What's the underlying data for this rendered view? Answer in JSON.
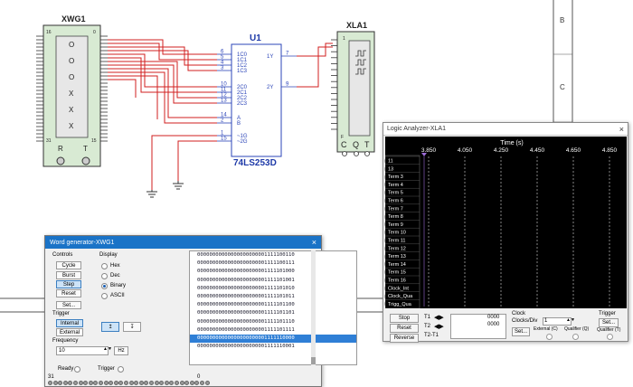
{
  "schematic": {
    "word_gen": {
      "label": "XWG1",
      "pin_left_top": "16",
      "pin_right_top": "0",
      "pin_left_bottom": "31",
      "pin_right_bottom": "15",
      "marks": [
        "O",
        "O",
        "O",
        "X",
        "X",
        "X"
      ],
      "term_r": "R",
      "term_t": "T"
    },
    "mux": {
      "ref": "U1",
      "part": "74LS253D",
      "pins_left": [
        {
          "num": "6",
          "name": "1C0"
        },
        {
          "num": "5",
          "name": "1C1"
        },
        {
          "num": "4",
          "name": "1C2"
        },
        {
          "num": "3",
          "name": "1C3"
        },
        {
          "num": "10",
          "name": "2C0"
        },
        {
          "num": "11",
          "name": "2C1"
        },
        {
          "num": "12",
          "name": "2C2"
        },
        {
          "num": "13",
          "name": "2C3"
        },
        {
          "num": "14",
          "name": "A"
        },
        {
          "num": "2",
          "name": "B"
        },
        {
          "num": "1",
          "name": "~1G"
        },
        {
          "num": "15",
          "name": "~2G"
        }
      ],
      "pins_right": [
        {
          "num": "7",
          "name": "1Y"
        },
        {
          "num": "9",
          "name": "2Y"
        }
      ]
    },
    "analyzer": {
      "label": "XLA1",
      "pin_top": "1",
      "pin_bottom": "F",
      "terms": [
        "C",
        "Q",
        "T"
      ]
    },
    "sheet_border_labels": [
      "B",
      "C"
    ]
  },
  "la_window": {
    "title": "Logic Analyzer-XLA1",
    "close": "×",
    "time_label": "Time (s)",
    "time_ticks": [
      "3.850",
      "4.050",
      "4.250",
      "4.450",
      "4.650",
      "4.850"
    ],
    "channels": [
      "11",
      "13",
      "Term 3",
      "Term 4",
      "Term 5",
      "Term 6",
      "Term 7",
      "Term 8",
      "Term 9",
      "Term 10",
      "Term 11",
      "Term 12",
      "Term 13",
      "Term 14",
      "Term 15",
      "Term 16",
      "Clock_Int",
      "Clock_Qua",
      "Trigg_Qua"
    ],
    "buttons": {
      "stop": "Stop",
      "reset": "Reset",
      "reverse": "Reverse"
    },
    "t1": "T1",
    "t2": "T2",
    "t2t1": "T2-T1",
    "t1_val": "0000",
    "t2_val": "0000",
    "clock_title": "Clock",
    "clocks_div_label": "Clocks/Div",
    "clocks_div_value": "1",
    "clock_set": "Set...",
    "external_c": "External (C)",
    "qualifier_q": "Qualifier (Q)",
    "trigger_title": "Trigger",
    "trigger_set": "Set...",
    "qualifier_t": "Qualifier (T)"
  },
  "wg_window": {
    "title": "Word generator-XWG1",
    "close": "×",
    "controls_title": "Controls",
    "cycle": "Cycle",
    "burst": "Burst",
    "step": "Step",
    "reset": "Reset",
    "set": "Set...",
    "display_title": "Display",
    "hex": "Hex",
    "dec": "Dec",
    "binary": "Binary",
    "ascii": "ASCII",
    "trigger_title": "Trigger",
    "internal": "Internal",
    "external": "External",
    "frequency_title": "Frequency",
    "frequency_value": "10",
    "frequency_unit": "Hz",
    "ready": "Ready",
    "trigger": "Trigger",
    "bits_left": "31",
    "bits_right": "0",
    "words": [
      "00000000000000000000001111100110",
      "00000000000000000000001111100111",
      "00000000000000000000001111101000",
      "00000000000000000000001111101001",
      "00000000000000000000001111101010",
      "00000000000000000000001111101011",
      "00000000000000000000001111101100",
      "00000000000000000000001111101101",
      "00000000000000000000001111101110",
      "00000000000000000000001111101111",
      "00000000000000000000001111110000",
      "00000000000000000000001111110001"
    ],
    "selected_index": 10
  }
}
